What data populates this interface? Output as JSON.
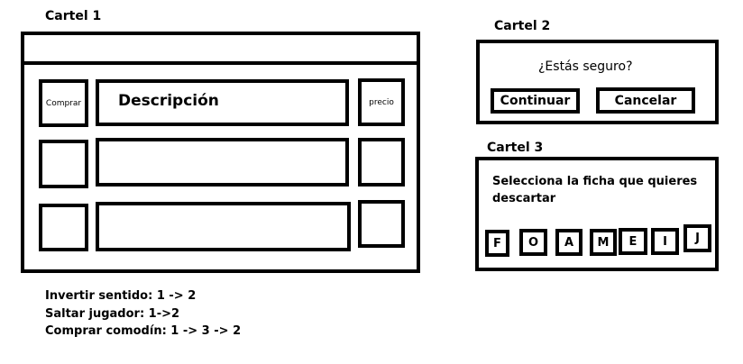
{
  "cartel1": {
    "title": "Cartel 1",
    "header_text": "",
    "rows": [
      {
        "buy_label": "Comprar",
        "description": "Descripción",
        "price_label": "precio"
      },
      {
        "buy_label": "",
        "description": "",
        "price_label": ""
      },
      {
        "buy_label": "",
        "description": "",
        "price_label": ""
      }
    ]
  },
  "cartel2": {
    "title": "Cartel 2",
    "question": "¿Estás seguro?",
    "continue_label": "Continuar",
    "cancel_label": "Cancelar"
  },
  "cartel3": {
    "title": "Cartel 3",
    "prompt_line1": "Selecciona la ficha que quieres",
    "prompt_line2": "descartar",
    "tiles": [
      "F",
      "O",
      "A",
      "M",
      "E",
      "I",
      "J"
    ]
  },
  "notes": [
    "Invertir sentido: 1 -> 2",
    "Saltar jugador: 1->2",
    "Comprar comodín: 1 -> 3 -> 2"
  ]
}
